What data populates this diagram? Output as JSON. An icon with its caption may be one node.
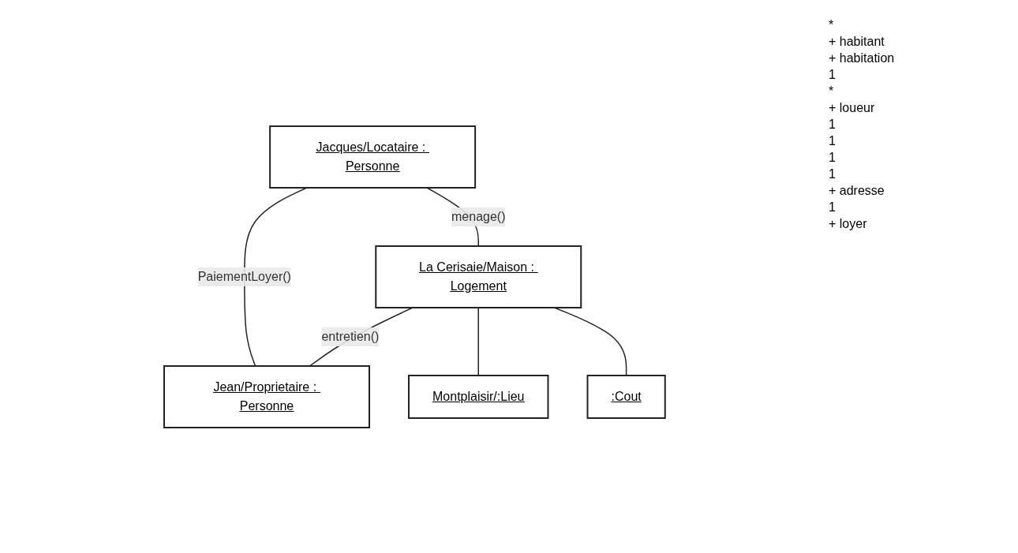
{
  "diagram": {
    "nodes": [
      {
        "text": [
          "Jacques/Locataire : Personne"
        ]
      },
      {
        "text": [
          "La Cerisaie/Maison : Logement"
        ]
      },
      {
        "text": [
          "Jean/Proprietaire : Personne"
        ]
      },
      {
        "text": [
          "Montplaisir/:Lieu"
        ]
      },
      {
        "text": [
          ":Cout"
        ]
      }
    ],
    "edges": [
      {
        "from": 0,
        "to": 1,
        "arrow": "none",
        "label": "menage()"
      },
      {
        "from": 0,
        "to": 2,
        "arrow": "none",
        "label": "PaiementLoyer()"
      },
      {
        "from": 1,
        "to": 2,
        "arrow": "none",
        "label": "entretien()"
      },
      {
        "from": 1,
        "to": 3,
        "arrow": "none"
      },
      {
        "from": 1,
        "to": 4,
        "arrow": "none"
      }
    ],
    "labels": [
      "*",
      "+ habitant",
      "+ habitation",
      "1",
      "*",
      "+ loueur",
      "1",
      "1",
      "1",
      "1",
      "+ adresse",
      "1",
      "+ loyer"
    ]
  }
}
